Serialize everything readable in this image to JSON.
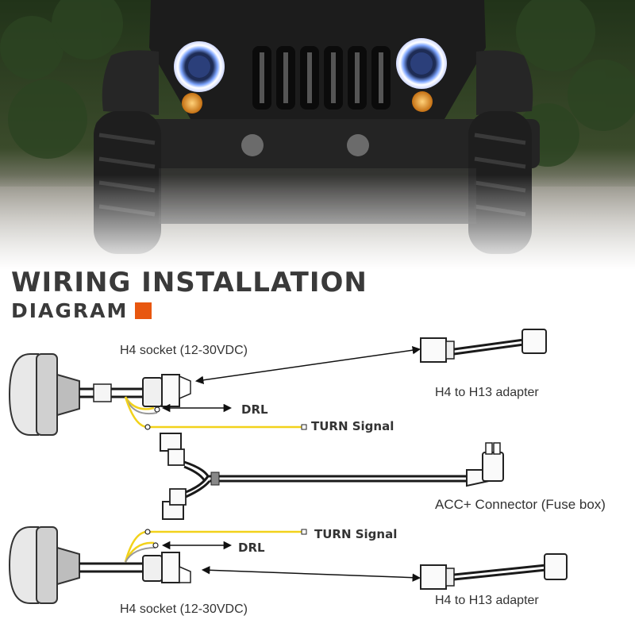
{
  "title": {
    "line1": "WIRING INSTALLATION",
    "line2": "DIAGRAM"
  },
  "labels": {
    "top_socket": "H4 socket (12-30VDC)",
    "top_adapter": "H4 to H13 adapter",
    "top_drl": "DRL",
    "top_turn": "TURN Signal",
    "acc_connector": "ACC+  Connector  (Fuse box)",
    "bottom_turn": "TURN Signal",
    "bottom_drl": "DRL",
    "bottom_adapter": "H4 to H13 adapter",
    "bottom_socket": "H4 socket (12-30VDC)"
  },
  "colors": {
    "accent": "#e8570f",
    "title": "#3a3a3a",
    "turn_wire": "#f2d21b",
    "cable": "#1a1a1a"
  }
}
